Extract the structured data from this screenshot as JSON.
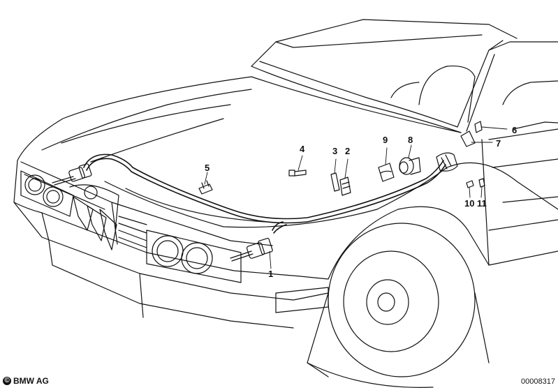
{
  "callouts": {
    "c1": "1",
    "c2": "2",
    "c3": "3",
    "c4": "4",
    "c5": "5",
    "c6": "6",
    "c7": "7",
    "c8": "8",
    "c9": "9",
    "c10": "10",
    "c11": "11"
  },
  "footer": {
    "copyright_symbol": "©",
    "brand": "BMW AG",
    "image_number": "00008317"
  },
  "colors": {
    "line": "#111111",
    "background": "#ffffff"
  }
}
